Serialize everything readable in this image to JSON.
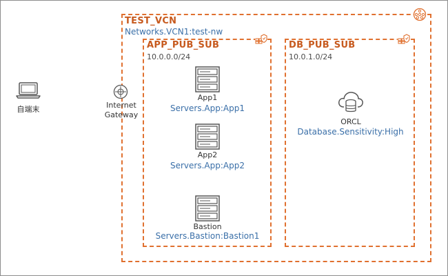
{
  "client": {
    "label": "自端末"
  },
  "vcn": {
    "title": "TEST_VCN",
    "tag": "Networks.VCN1:test-nw"
  },
  "gateway": {
    "label_line1": "Internet",
    "label_line2": "Gateway"
  },
  "app_subnet": {
    "title": "APP_PUB_SUB",
    "cidr": "10.0.0.0/24",
    "servers": [
      {
        "label": "App1",
        "tag": "Servers.App:App1"
      },
      {
        "label": "App2",
        "tag": "Servers.App:App2"
      },
      {
        "label": "Bastion",
        "tag": "Servers.Bastion:Bastion1"
      }
    ]
  },
  "db_subnet": {
    "title": "DB_PUB_SUB",
    "cidr": "10.0.1.0/24",
    "database": {
      "label": "ORCL",
      "tag": "Database.Sensitivity:High"
    }
  },
  "colors": {
    "border": "#e0702f",
    "title": "#c75a1e",
    "tag": "#3a6fa8",
    "icon": "#555555"
  }
}
